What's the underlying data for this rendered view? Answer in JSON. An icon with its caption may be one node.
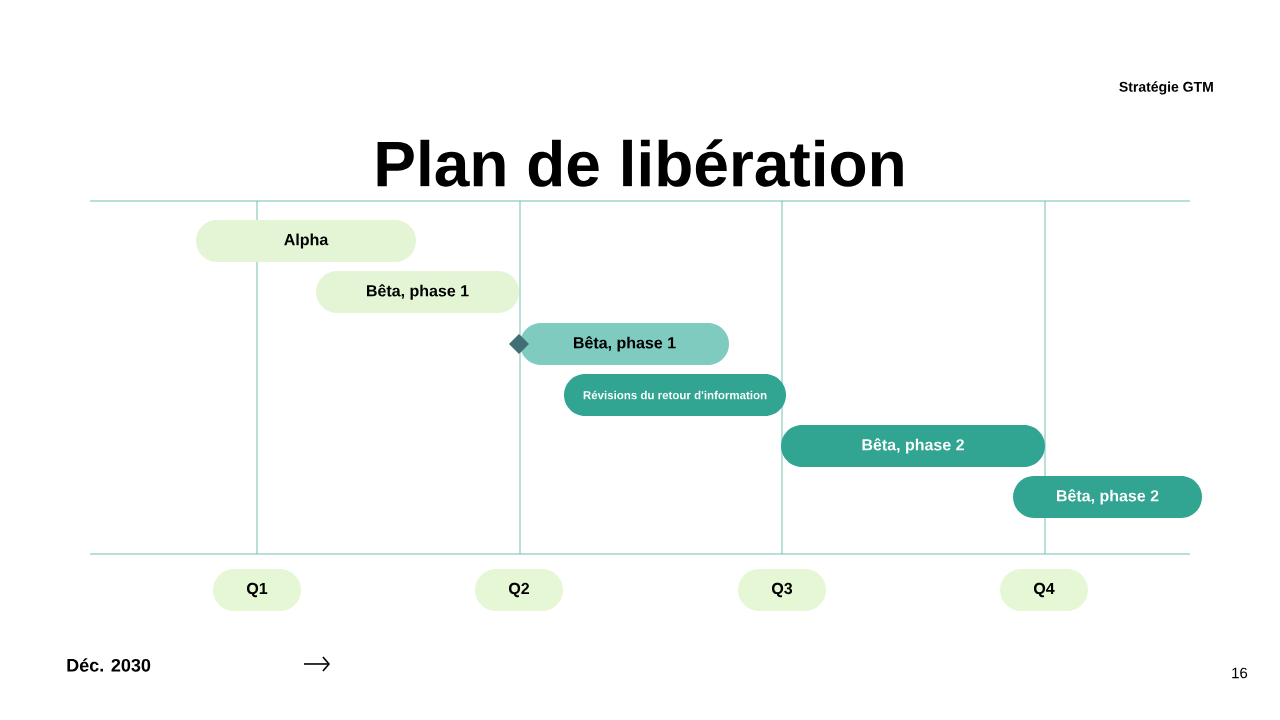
{
  "diagram": {
    "title": "Plan de libération",
    "nodes": [
      {
        "text": [
          "Alpha"
        ]
      },
      {
        "text": [
          "Bêta, phase 1"
        ]
      },
      {
        "text": [
          "Bêta, phase 1"
        ]
      },
      {
        "text": [
          "Révisions du retour d'information"
        ]
      },
      {
        "text": [
          "Bêta, phase 2"
        ]
      },
      {
        "text": [
          "Bêta, phase 2"
        ]
      },
      {
        "text": [
          "Q1"
        ]
      },
      {
        "text": [
          "Q2"
        ]
      },
      {
        "text": [
          "Q3"
        ]
      },
      {
        "text": [
          "Q4"
        ]
      }
    ],
    "labels": [
      "Stratégie GTM",
      "Déc. 2030",
      "16"
    ]
  }
}
